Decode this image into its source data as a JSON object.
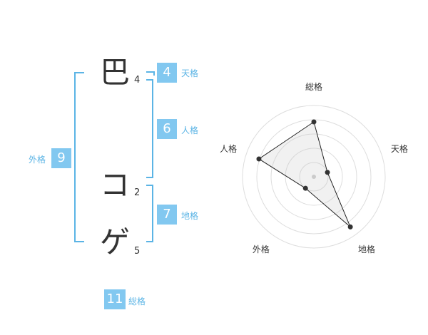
{
  "name_chars": [
    {
      "char": "巴",
      "strokes": "4"
    },
    {
      "char": "コ",
      "strokes": "2"
    },
    {
      "char": "ゲ",
      "strokes": "5"
    }
  ],
  "fortune": {
    "tenkaku": {
      "value": "4",
      "label": "天格"
    },
    "jinkaku": {
      "value": "6",
      "label": "人格"
    },
    "chikaku": {
      "value": "7",
      "label": "地格"
    },
    "gaikaku": {
      "value": "9",
      "label": "外格"
    },
    "soukaku": {
      "value": "11",
      "label": "総格"
    }
  },
  "colors": {
    "accent": "#82c8f0",
    "line": "#5bb4e5"
  },
  "chart_data": {
    "type": "radar",
    "axes": [
      "総格",
      "天格",
      "地格",
      "外格",
      "人格"
    ],
    "values": [
      0.77,
      0.2,
      0.87,
      0.2,
      0.81
    ],
    "max": 1.0,
    "rings": 5,
    "grid": true
  }
}
